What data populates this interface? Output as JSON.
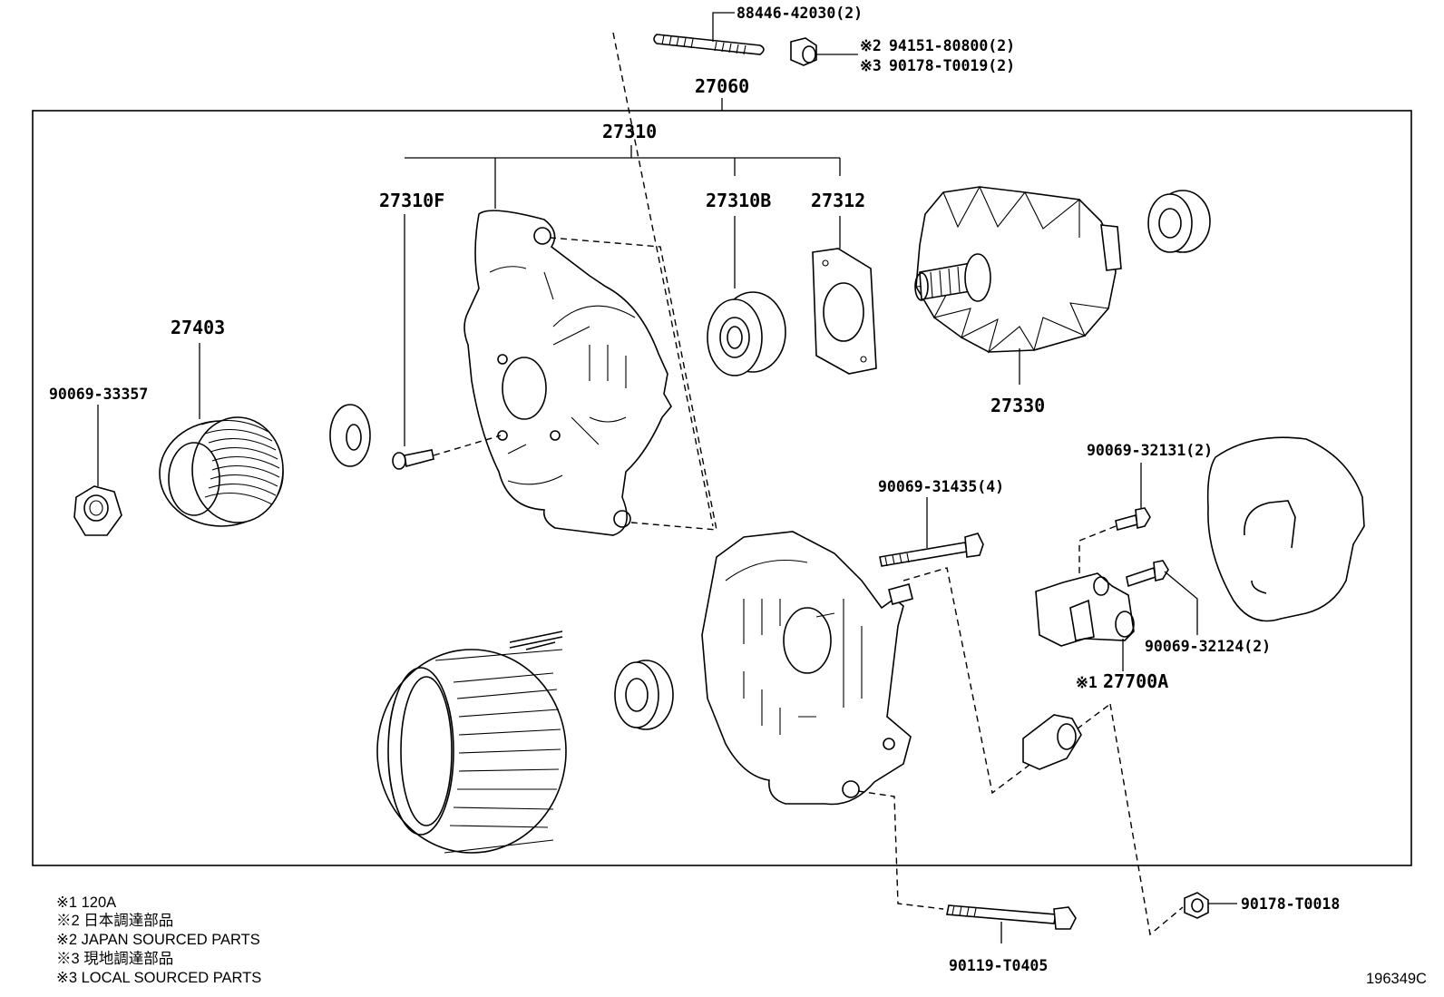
{
  "labels": {
    "assembly": "27060",
    "bolt_top": "88446-42030(2)",
    "nut_top_2": "94151-80800(2)",
    "nut_top_3": "90178-T0019(2)",
    "mark_2": "※2",
    "mark_3": "※3",
    "mark_1": "※1",
    "frame_group": "27310",
    "frame_f": "27310F",
    "bearing_b": "27310B",
    "plate": "27312",
    "rotor": "27330",
    "pulley": "27403",
    "pulley_nut": "90069-33357",
    "through_bolt": "90069-31435(4)",
    "screw_a": "90069-32131(2)",
    "screw_b": "90069-32124(2)",
    "regulator": "27700A",
    "nut_bottom": "90178-T0018",
    "bolt_bottom": "90119-T0405",
    "figure_code": "196349C"
  },
  "notes": [
    "※1 120A",
    "※2 日本調達部品",
    "※2 JAPAN SOURCED PARTS",
    "※3 現地調達部品",
    "※3 LOCAL SOURCED PARTS"
  ]
}
